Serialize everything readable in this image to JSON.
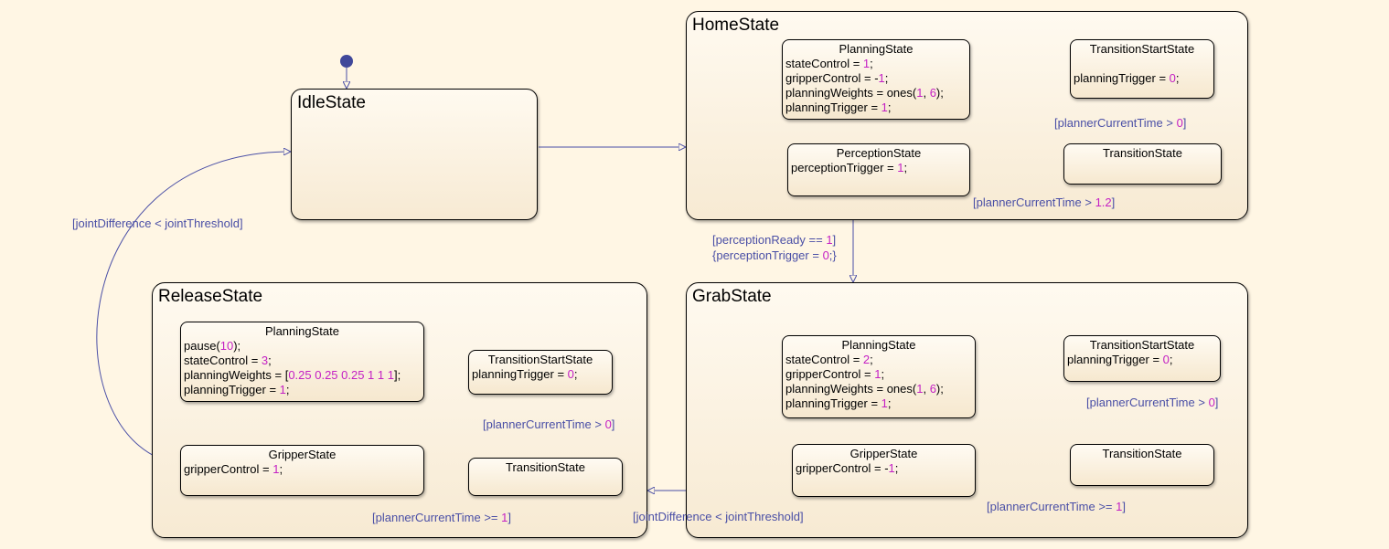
{
  "superstates": {
    "idle": {
      "title": "IdleState"
    },
    "home": {
      "title": "HomeState"
    },
    "release": {
      "title": "ReleaseState"
    },
    "grab": {
      "title": "GrabState"
    }
  },
  "states": {
    "home_planning": {
      "name": "PlanningState",
      "lines": [
        [
          [
            "stateControl = ",
            ""
          ],
          [
            "1",
            "n"
          ],
          [
            ";",
            ""
          ]
        ],
        [
          [
            "gripperControl = -",
            ""
          ],
          [
            "1",
            "n"
          ],
          [
            ";",
            ""
          ]
        ],
        [
          [
            "planningWeights = ones(",
            ""
          ],
          [
            "1",
            "n"
          ],
          [
            ", ",
            ""
          ],
          [
            "6",
            "n"
          ],
          [
            ");",
            ""
          ]
        ],
        [
          [
            "planningTrigger = ",
            ""
          ],
          [
            "1",
            "n"
          ],
          [
            ";",
            ""
          ]
        ]
      ]
    },
    "home_tstart": {
      "name": "TransitionStartState",
      "lines": [
        [
          [
            "",
            ""
          ]
        ],
        [
          [
            "planningTrigger = ",
            ""
          ],
          [
            "0",
            "n"
          ],
          [
            ";",
            ""
          ]
        ]
      ]
    },
    "home_perception": {
      "name": "PerceptionState",
      "lines": [
        [
          [
            "perceptionTrigger = ",
            ""
          ],
          [
            "1",
            "n"
          ],
          [
            ";",
            ""
          ]
        ]
      ]
    },
    "home_transition": {
      "name": "TransitionState",
      "lines": []
    },
    "release_planning": {
      "name": "PlanningState",
      "lines": [
        [
          [
            "pause(",
            ""
          ],
          [
            "10",
            "n"
          ],
          [
            ");",
            ""
          ]
        ],
        [
          [
            "stateControl = ",
            ""
          ],
          [
            "3",
            "n"
          ],
          [
            ";",
            ""
          ]
        ],
        [
          [
            "planningWeights = [",
            ""
          ],
          [
            "0.25 0.25 0.25 1 1 1",
            "n"
          ],
          [
            "];",
            ""
          ]
        ],
        [
          [
            "planningTrigger = ",
            ""
          ],
          [
            "1",
            "n"
          ],
          [
            ";",
            ""
          ]
        ]
      ]
    },
    "release_tstart": {
      "name": "TransitionStartState",
      "lines": [
        [
          [
            "planningTrigger = ",
            ""
          ],
          [
            "0",
            "n"
          ],
          [
            ";",
            ""
          ]
        ]
      ]
    },
    "release_gripper": {
      "name": "GripperState",
      "lines": [
        [
          [
            "gripperControl = ",
            ""
          ],
          [
            "1",
            "n"
          ],
          [
            ";",
            ""
          ]
        ]
      ]
    },
    "release_transition": {
      "name": "TransitionState",
      "lines": []
    },
    "grab_planning": {
      "name": "PlanningState",
      "lines": [
        [
          [
            "stateControl = ",
            ""
          ],
          [
            "2",
            "n"
          ],
          [
            ";",
            ""
          ]
        ],
        [
          [
            "gripperControl = ",
            ""
          ],
          [
            "1",
            "n"
          ],
          [
            ";",
            ""
          ]
        ],
        [
          [
            "planningWeights = ones(",
            ""
          ],
          [
            "1",
            "n"
          ],
          [
            ", ",
            ""
          ],
          [
            "6",
            "n"
          ],
          [
            ");",
            ""
          ]
        ],
        [
          [
            "planningTrigger = ",
            ""
          ],
          [
            "1",
            "n"
          ],
          [
            ";",
            ""
          ]
        ]
      ]
    },
    "grab_tstart": {
      "name": "TransitionStartState",
      "lines": [
        [
          [
            "planningTrigger = ",
            ""
          ],
          [
            "0",
            "n"
          ],
          [
            ";",
            ""
          ]
        ]
      ]
    },
    "grab_gripper": {
      "name": "GripperState",
      "lines": [
        [
          [
            "gripperControl = -",
            ""
          ],
          [
            "1",
            "n"
          ],
          [
            ";",
            ""
          ]
        ]
      ]
    },
    "grab_transition": {
      "name": "TransitionState",
      "lines": []
    }
  },
  "labels": {
    "home_time0": [
      [
        [
          "[plannerCurrentTime > ",
          ""
        ],
        [
          "0",
          "n"
        ],
        [
          "]",
          ""
        ]
      ]
    ],
    "home_time12": [
      [
        [
          "[plannerCurrentTime > ",
          ""
        ],
        [
          "1.2",
          "n"
        ],
        [
          "]",
          ""
        ]
      ]
    ],
    "perception_ready": [
      [
        [
          "[perceptionReady == ",
          ""
        ],
        [
          "1",
          "n"
        ],
        [
          "]",
          ""
        ]
      ],
      [
        [
          "{perceptionTrigger = ",
          ""
        ],
        [
          "0",
          "n"
        ],
        [
          ";}",
          ""
        ]
      ]
    ],
    "joint_left": [
      [
        [
          "[jointDifference < jointThreshold]",
          ""
        ]
      ]
    ],
    "joint_bottom": [
      [
        [
          "[jointDifference < jointThreshold]",
          ""
        ]
      ]
    ],
    "release_time0": [
      [
        [
          "[plannerCurrentTime > ",
          ""
        ],
        [
          "0",
          "n"
        ],
        [
          "]",
          ""
        ]
      ]
    ],
    "release_time1": [
      [
        [
          "[plannerCurrentTime >= ",
          ""
        ],
        [
          "1",
          "n"
        ],
        [
          "]",
          ""
        ]
      ]
    ],
    "grab_time0": [
      [
        [
          "[plannerCurrentTime > ",
          ""
        ],
        [
          "0",
          "n"
        ],
        [
          "]",
          ""
        ]
      ]
    ],
    "grab_time1": [
      [
        [
          "[plannerCurrentTime >= ",
          ""
        ],
        [
          "1",
          "n"
        ],
        [
          "]",
          ""
        ]
      ]
    ]
  },
  "colors": {
    "wire": "#4a4fa6",
    "number": "#c41fc4",
    "default_dot": "#40489a",
    "background": "#fff6e4"
  }
}
